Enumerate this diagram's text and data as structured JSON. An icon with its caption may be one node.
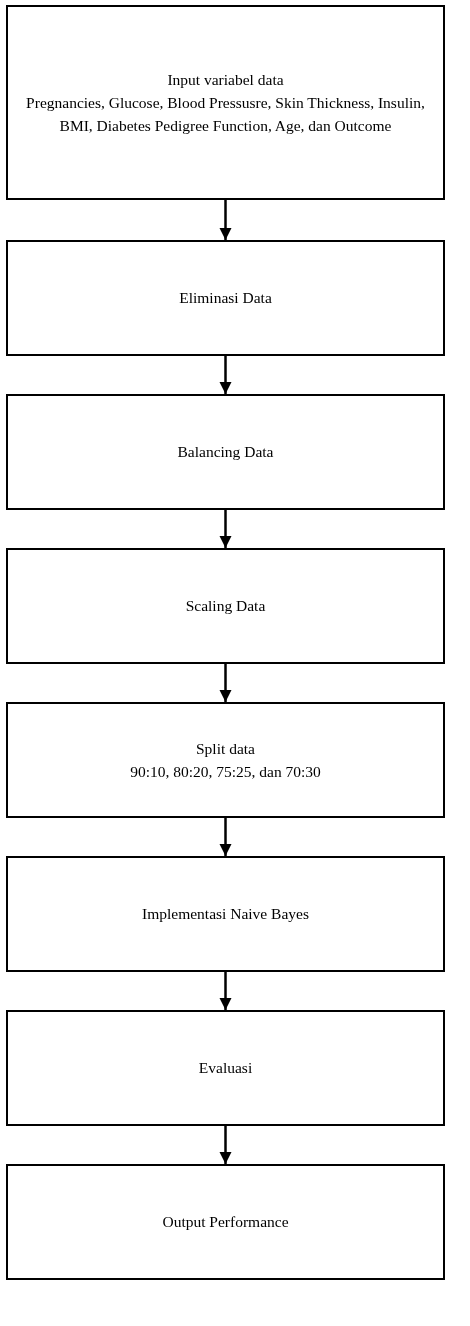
{
  "diagram": {
    "nodes": [
      {
        "text": [
          "Input variabel data",
          "Pregnancies, Glucose, Blood Pressusre, Skin Thickness, Insulin, BMI, Diabetes Pedigree Function, Age, dan Outcome"
        ]
      },
      {
        "text": [
          "Eliminasi Data"
        ]
      },
      {
        "text": [
          "Balancing Data"
        ]
      },
      {
        "text": [
          "Scaling Data"
        ]
      },
      {
        "text": [
          "Split data",
          "90:10, 80:20, 75:25, dan 70:30"
        ]
      },
      {
        "text": [
          "Implementasi Naive Bayes"
        ]
      },
      {
        "text": [
          "Evaluasi"
        ]
      },
      {
        "text": [
          "Output Performance"
        ]
      }
    ],
    "edges": [
      {
        "from": 0,
        "to": 1,
        "arrow": "to"
      },
      {
        "from": 1,
        "to": 2,
        "arrow": "to"
      },
      {
        "from": 2,
        "to": 3,
        "arrow": "to"
      },
      {
        "from": 3,
        "to": 4,
        "arrow": "to"
      },
      {
        "from": 4,
        "to": 5,
        "arrow": "to"
      },
      {
        "from": 5,
        "to": 6,
        "arrow": "to"
      },
      {
        "from": 6,
        "to": 7,
        "arrow": "to"
      }
    ]
  }
}
